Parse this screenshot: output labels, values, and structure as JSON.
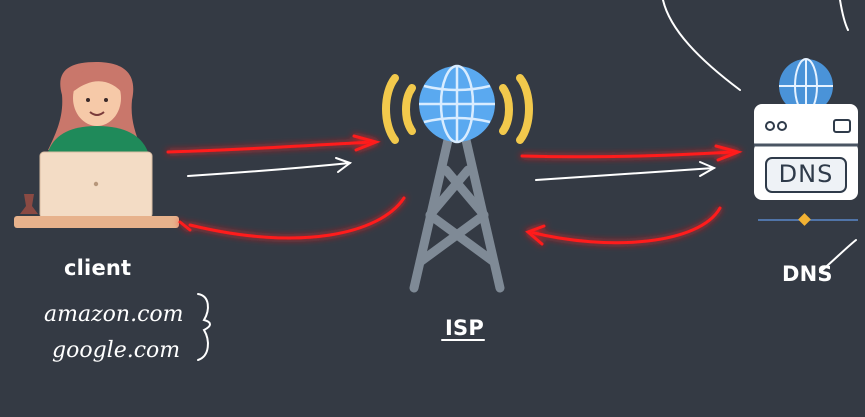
{
  "labels": {
    "client": "client",
    "isp": "ISP",
    "dns": "DNS",
    "dns_server_text": "DNS"
  },
  "notes": {
    "domain_1": "amazon.com",
    "domain_2": "google.com"
  },
  "colors": {
    "background": "#343a44",
    "arrow_red": "#ff1a1a",
    "globe_blue": "#5aa9f0",
    "signal_yellow": "#f2c94c",
    "tower_gray": "#7f8a96",
    "laptop": "#f3dcc5",
    "dns_accent": "#f2b233"
  },
  "icons": [
    "client-person-icon",
    "laptop-icon",
    "radio-tower-icon",
    "globe-icon",
    "dns-server-icon"
  ]
}
